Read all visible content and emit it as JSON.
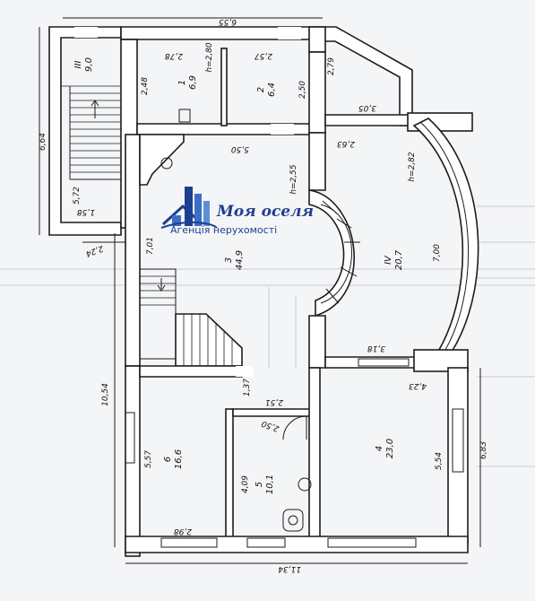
{
  "logo": {
    "brand": "Моя оселя",
    "tagline": "Агенція нерухомості",
    "color": "#1d3f8f"
  },
  "rooms": {
    "r3_stairs": {
      "num": "III",
      "area": "9,0"
    },
    "r1": {
      "num": "1",
      "area": "6,9"
    },
    "r2": {
      "num": "2",
      "area": "6,4"
    },
    "r3": {
      "num": "3",
      "area": "44,9"
    },
    "r4_big": {
      "num": "IV",
      "area": "20,7"
    },
    "r6": {
      "num": "6",
      "area": "16,6"
    },
    "r5": {
      "num": "5",
      "area": "10,1"
    },
    "r4": {
      "num": "4",
      "area": "23,0"
    }
  },
  "dimensions": {
    "top_total": "6,55",
    "r1_width": "2,78",
    "r1_height": "h=2,80",
    "r1_side": "2,48",
    "r2_width": "2,57",
    "r2_side": "2,50",
    "porch_side": "2,79",
    "porch_width": "3,05",
    "left_outer": "6,64",
    "stair_len": "5,72",
    "stair_width": "1,58",
    "left_step": "2,24",
    "hall_width": "5,50",
    "hall_height": "h=2,55",
    "hall_left": "7,01",
    "bay_width": "2,63",
    "bay_height": "h=2,82",
    "bay_right": "7,00",
    "bay_bottom": "3,18",
    "r4_width": "4,23",
    "left_lower": "10,54",
    "corridor": "1,37",
    "r5_width": "2,51",
    "door_diag": "2,50",
    "r6_height": "5,57",
    "r5_height": "4,09",
    "r4_height": "5,54",
    "right_lower": "6,83",
    "r6_width": "2,98",
    "bottom_total": "11,34"
  }
}
